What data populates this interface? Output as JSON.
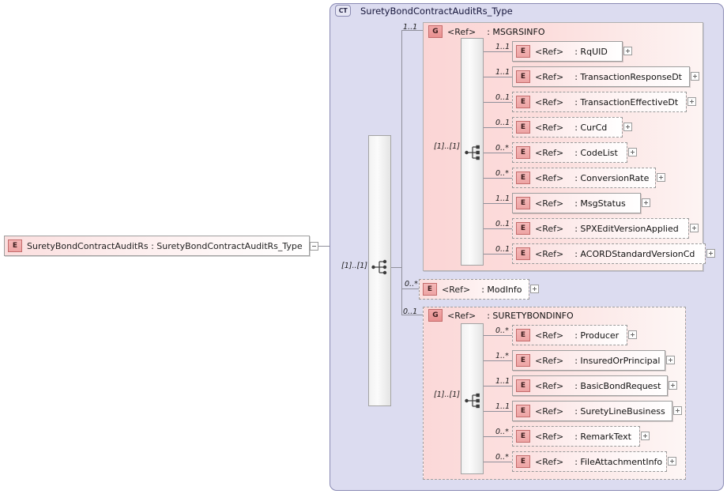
{
  "diagram": {
    "type": "xsd-schema-diagram",
    "root_element": {
      "badge": "E",
      "label": "SuretyBondContractAuditRs  :  SuretyBondContractAuditRs_Type",
      "toggle": "minus"
    },
    "complex_type": {
      "badge": "CT",
      "title": "SuretyBondContractAuditRs_Type",
      "sequence_cardinality": "[1]..[1]"
    },
    "nodes": [
      {
        "id": "msgrsinfo",
        "kind": "group",
        "badge": "G",
        "ref": "<Ref>",
        "name": ": MSGRSINFO",
        "cardinality": "1..1",
        "border": "solid",
        "sequence_cardinality": "[1]..[1]",
        "children": [
          {
            "badge": "E",
            "ref": "<Ref>",
            "name": ": RqUID",
            "cardinality": "1..1",
            "border": "solid"
          },
          {
            "badge": "E",
            "ref": "<Ref>",
            "name": ": TransactionResponseDt",
            "cardinality": "1..1",
            "border": "solid"
          },
          {
            "badge": "E",
            "ref": "<Ref>",
            "name": ": TransactionEffectiveDt",
            "cardinality": "0..1",
            "border": "dashed"
          },
          {
            "badge": "E",
            "ref": "<Ref>",
            "name": ": CurCd",
            "cardinality": "0..1",
            "border": "dashed"
          },
          {
            "badge": "E",
            "ref": "<Ref>",
            "name": ": CodeList",
            "cardinality": "0..*",
            "border": "dashed"
          },
          {
            "badge": "E",
            "ref": "<Ref>",
            "name": ": ConversionRate",
            "cardinality": "0..*",
            "border": "dashed"
          },
          {
            "badge": "E",
            "ref": "<Ref>",
            "name": ": MsgStatus",
            "cardinality": "1..1",
            "border": "solid"
          },
          {
            "badge": "E",
            "ref": "<Ref>",
            "name": ": SPXEditVersionApplied",
            "cardinality": "0..1",
            "border": "dashed"
          },
          {
            "badge": "E",
            "ref": "<Ref>",
            "name": ": ACORDStandardVersionCd",
            "cardinality": "0..1",
            "border": "dashed"
          }
        ]
      },
      {
        "id": "modinfo",
        "kind": "element",
        "badge": "E",
        "ref": "<Ref>",
        "name": ": ModInfo",
        "cardinality": "0..*",
        "border": "dashed",
        "children": []
      },
      {
        "id": "suretybondinfo",
        "kind": "group",
        "badge": "G",
        "ref": "<Ref>",
        "name": ": SURETYBONDINFO",
        "cardinality": "0..1",
        "border": "dashed",
        "sequence_cardinality": "[1]..[1]",
        "children": [
          {
            "badge": "E",
            "ref": "<Ref>",
            "name": ": Producer",
            "cardinality": "0..*",
            "border": "dashed"
          },
          {
            "badge": "E",
            "ref": "<Ref>",
            "name": ": InsuredOrPrincipal",
            "cardinality": "1..*",
            "border": "solid"
          },
          {
            "badge": "E",
            "ref": "<Ref>",
            "name": ": BasicBondRequest",
            "cardinality": "1..1",
            "border": "solid"
          },
          {
            "badge": "E",
            "ref": "<Ref>",
            "name": ": SuretyLineBusiness",
            "cardinality": "1..1",
            "border": "solid"
          },
          {
            "badge": "E",
            "ref": "<Ref>",
            "name": ": RemarkText",
            "cardinality": "0..*",
            "border": "dashed"
          },
          {
            "badge": "E",
            "ref": "<Ref>",
            "name": ": FileAttachmentInfo",
            "cardinality": "0..*",
            "border": "dashed"
          }
        ]
      }
    ],
    "colors": {
      "ct_background": "#dcdcf0",
      "ct_border": "#8a8ab4",
      "group_background": "#fbd5d5",
      "element_background": "#fbdede",
      "badge_border": "#c46b6b",
      "line": "#8f8f9a"
    }
  }
}
